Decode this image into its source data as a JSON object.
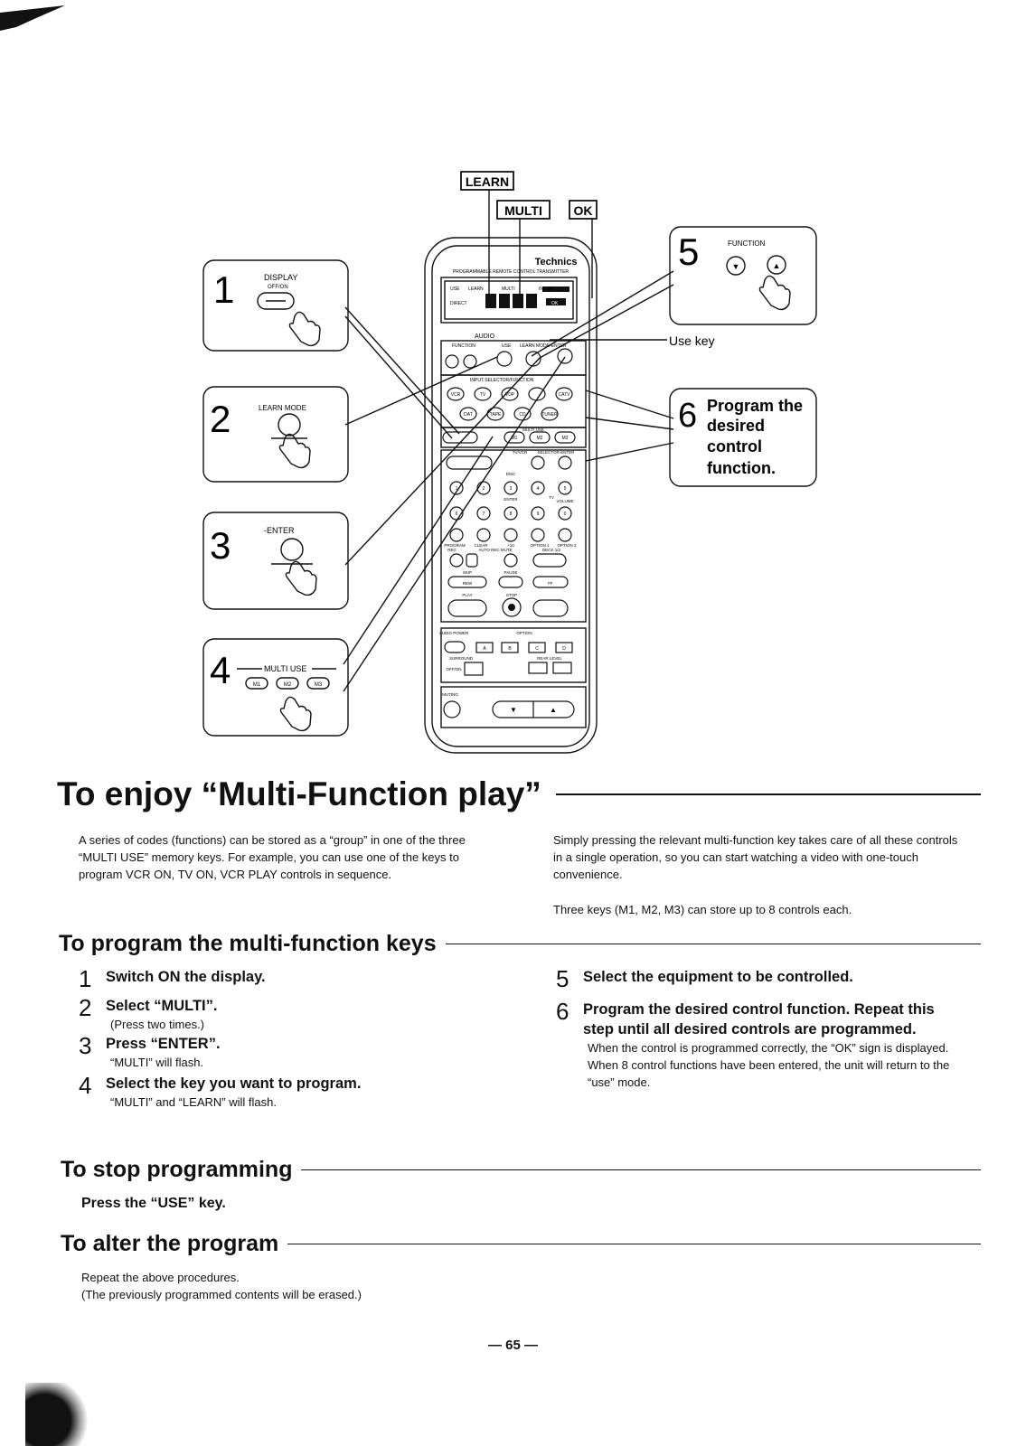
{
  "diagram": {
    "callouts_top": {
      "learn": "LEARN",
      "multi": "MULTI",
      "ok": "OK"
    },
    "step1": {
      "number": "1",
      "label": "DISPLAY",
      "sublabel": "OFF/ON"
    },
    "step2": {
      "number": "2",
      "label": "LEARN MODE"
    },
    "step3": {
      "number": "3",
      "label": "-ENTER"
    },
    "step4": {
      "number": "4",
      "label": "MULTI USE",
      "keys": [
        "M1",
        "M2",
        "M3"
      ]
    },
    "step5": {
      "number": "5",
      "label": "FUNCTION"
    },
    "step6": {
      "number": "6",
      "text_lines": [
        "Program the",
        "desired",
        "control",
        "function."
      ]
    },
    "use_key_label": "Use key",
    "remote": {
      "brand": "Technics",
      "model_line": "PROGRAMMABLE REMOTE CONTROL TRANSMITTER",
      "display_segments": [
        "USE",
        "LEARN",
        "MULTI",
        "INITIAL",
        "DIRECT",
        "OK"
      ],
      "section_labels": [
        "AUDIO",
        "FUNCTION",
        "USE",
        "LEARN MODE-ENTER",
        "INPUT SELECTOR/FUNCTION",
        "MULTI USE",
        "TV/VCR",
        "SELECTOR-ENTER",
        "DISC",
        "TV",
        "ENTER",
        "VOLUME",
        "PROGRAM",
        "CLEAR",
        "+10",
        "OPTION 1",
        "OPTION 2",
        "REC",
        "AUTO REC MUTE",
        "DECK 1/2",
        "SKIP",
        "PAUSE",
        "REW",
        "FF",
        "PLAY",
        "STOP",
        "AUDIO POWER",
        "OPTION",
        "SURROUND",
        "REAR LEVEL",
        "OFF/ON",
        "MUTING"
      ],
      "input_keys": [
        "VCR",
        "TV",
        "VDP",
        "CATV",
        "DAT",
        "TAPE",
        "CD",
        "TUNER"
      ],
      "multi_keys": [
        "M1",
        "M2",
        "M3"
      ],
      "option_keys": [
        "A",
        "B",
        "C",
        "D"
      ],
      "digits": [
        "1",
        "2",
        "3",
        "4",
        "5",
        "6",
        "7",
        "8",
        "9",
        "0"
      ]
    }
  },
  "main_title": "To enjoy “Multi-Function play”",
  "intro_left": "A series of codes (functions) can be stored as a “group” in one of the three “MULTI USE” memory keys. For example, you can use one of the keys to program VCR ON, TV ON, VCR PLAY controls in sequence.",
  "intro_right_1": "Simply pressing the relevant multi-function key takes care of all these controls in a single operation, so you can start watching a video with one-touch convenience.",
  "intro_right_2": "Three keys (M1, M2, M3) can store up to 8 controls each.",
  "program_section": {
    "heading": "To program the multi-function keys",
    "steps_left": [
      {
        "num": "1",
        "title": "Switch ON the display.",
        "notes": []
      },
      {
        "num": "2",
        "title": "Select “MULTI”.",
        "notes": [
          "(Press two times.)"
        ]
      },
      {
        "num": "3",
        "title": "Press “ENTER”.",
        "notes": [
          "“MULTI” will flash."
        ]
      },
      {
        "num": "4",
        "title": "Select the key you want to program.",
        "notes": [
          "“MULTI” and “LEARN” will flash."
        ]
      }
    ],
    "steps_right": [
      {
        "num": "5",
        "title": "Select the equipment to be controlled.",
        "notes": []
      },
      {
        "num": "6",
        "title": "Program the desired control function. Repeat this step until all desired controls are programmed.",
        "notes": [
          "When the control is programmed correctly, the “OK” sign is displayed.",
          "When 8 control functions have been entered, the unit will return to the “use” mode."
        ]
      }
    ]
  },
  "stop_section": {
    "heading": "To stop programming",
    "text": "Press the “USE” key."
  },
  "alter_section": {
    "heading": "To alter the program",
    "lines": [
      "Repeat the above procedures.",
      "(The previously programmed contents will be erased.)"
    ]
  },
  "page_number": "— 65 —"
}
